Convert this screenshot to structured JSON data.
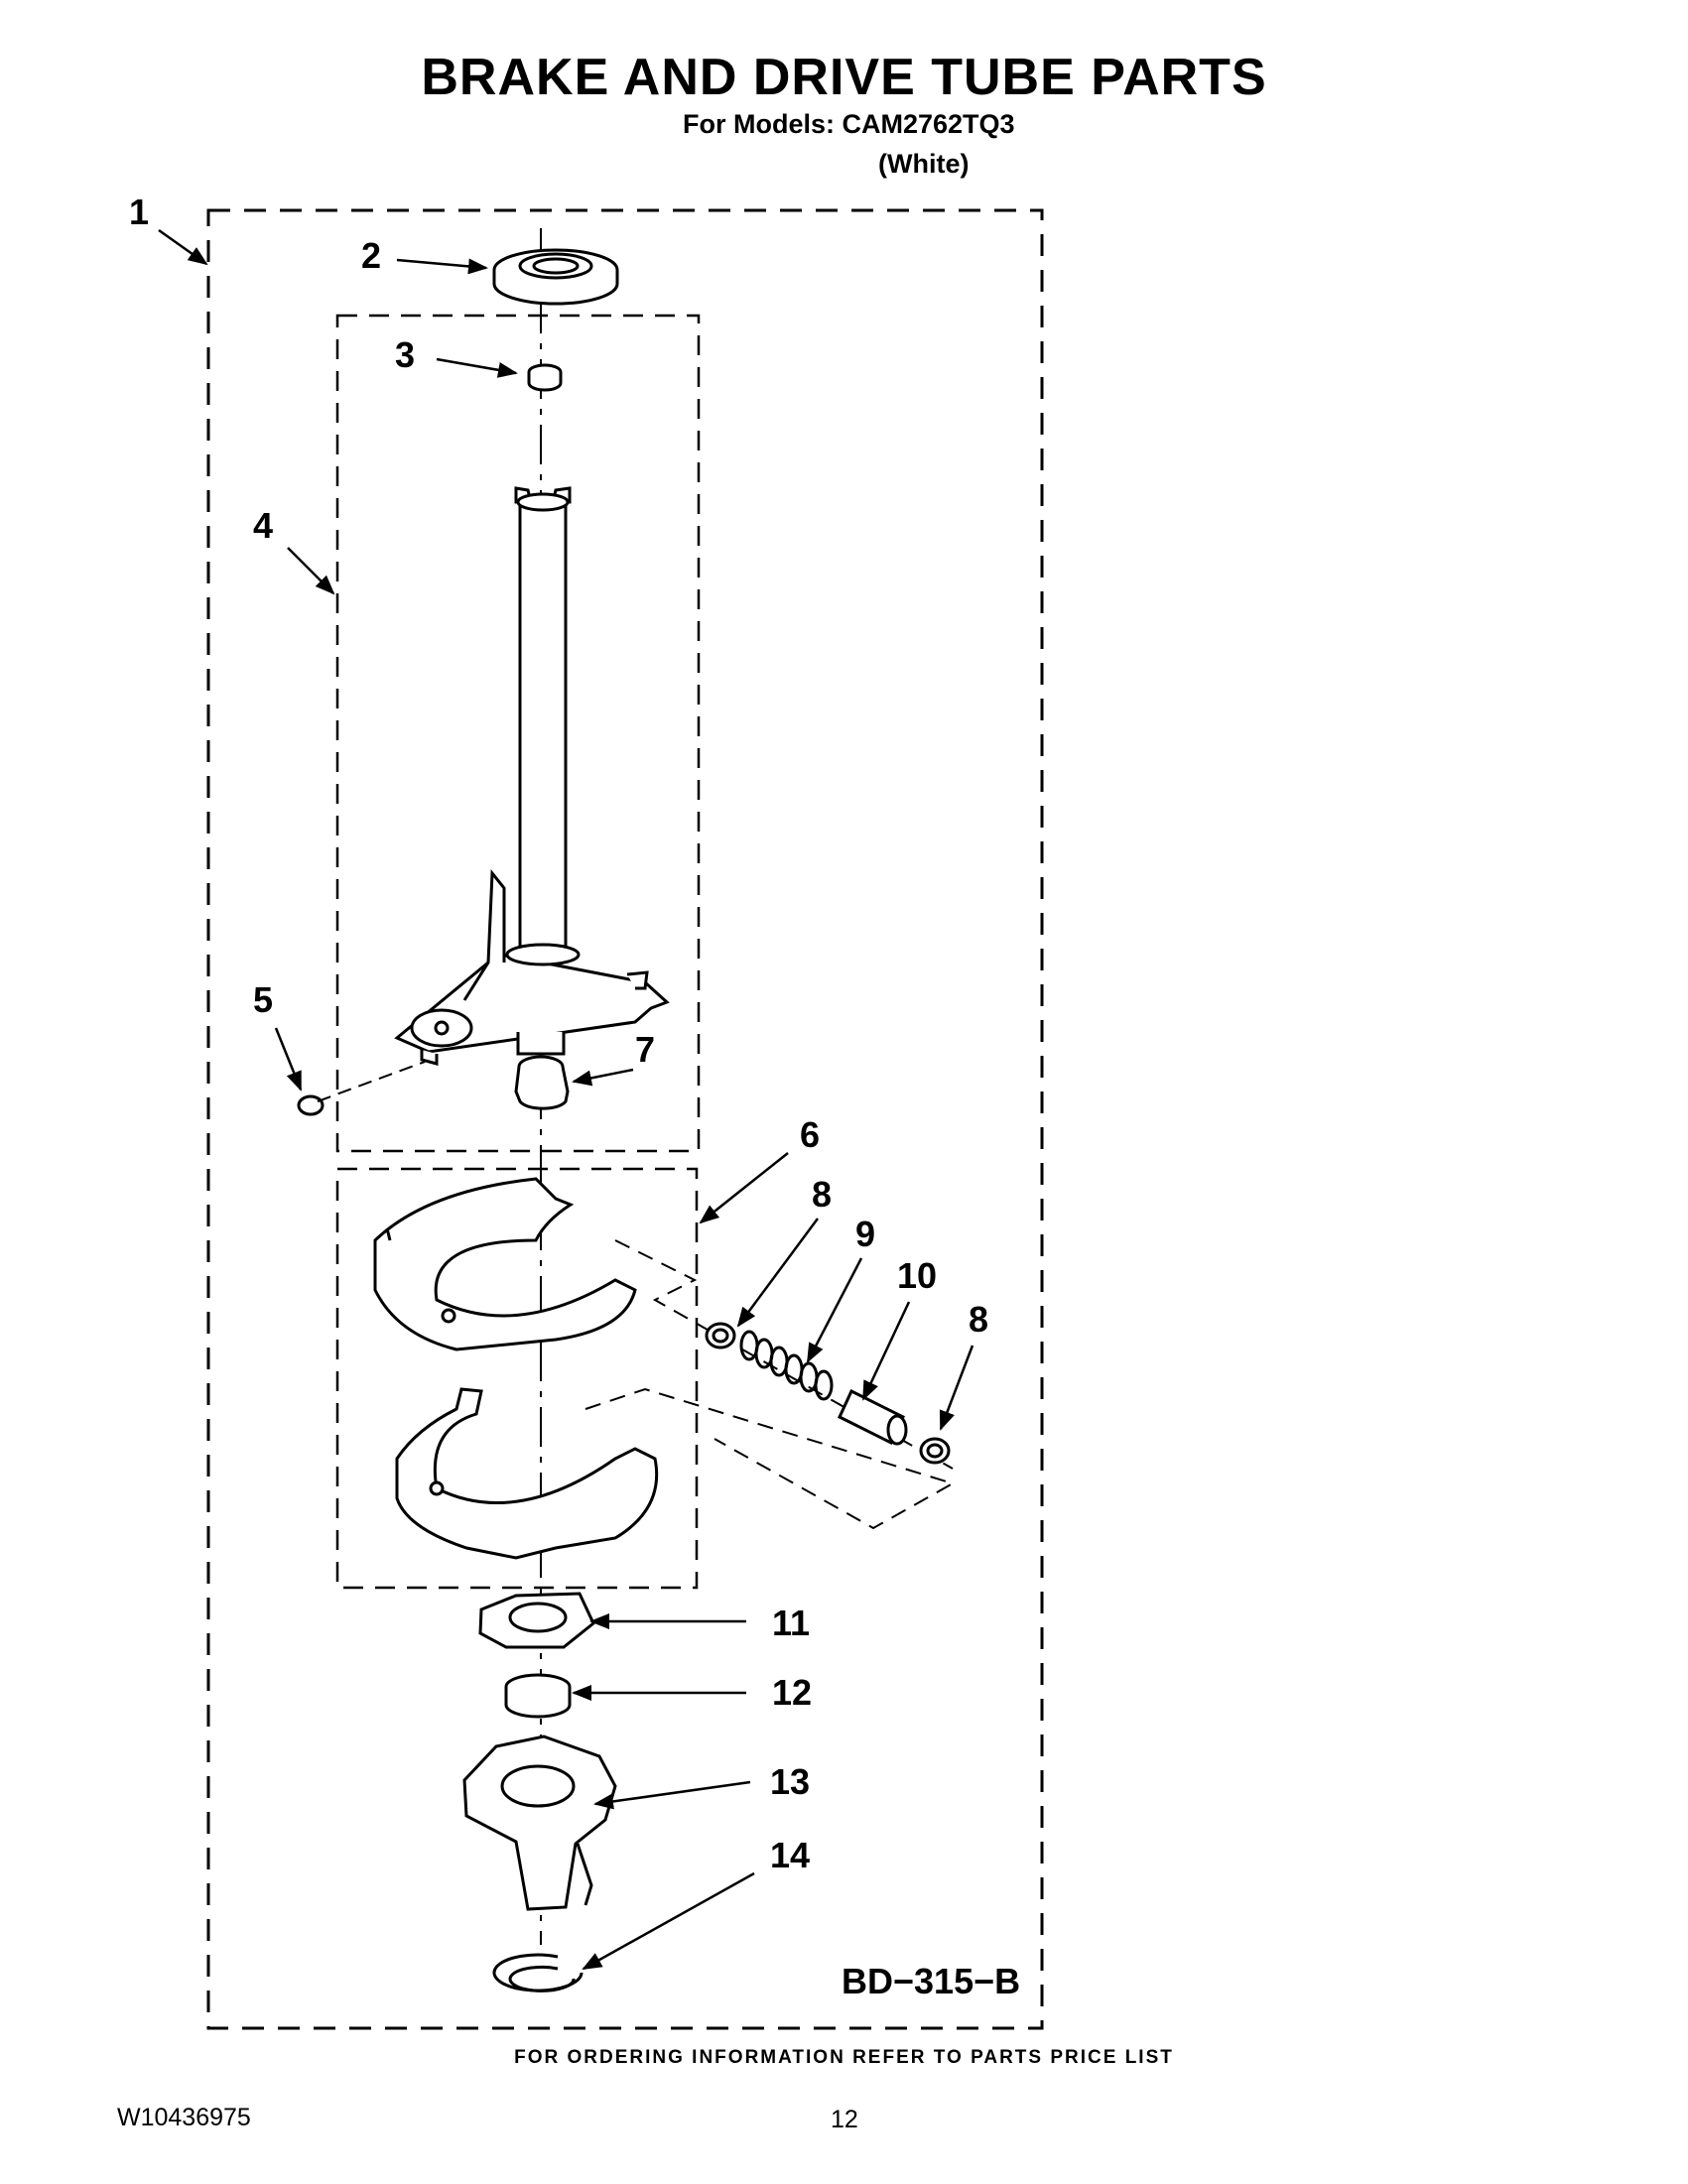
{
  "page": {
    "title": "BRAKE AND DRIVE TUBE PARTS",
    "models_line": "For Models: CAM2762TQ3",
    "color_line": "(White)",
    "diagram_code": "BD−315−B",
    "ordering_note": "FOR ORDERING INFORMATION REFER TO PARTS PRICE LIST",
    "document_number": "W10436975",
    "page_number": "12"
  },
  "callouts": [
    {
      "id": "1",
      "label": "1"
    },
    {
      "id": "2",
      "label": "2"
    },
    {
      "id": "3",
      "label": "3"
    },
    {
      "id": "4",
      "label": "4"
    },
    {
      "id": "5",
      "label": "5"
    },
    {
      "id": "6",
      "label": "6"
    },
    {
      "id": "7",
      "label": "7"
    },
    {
      "id": "8a",
      "label": "8"
    },
    {
      "id": "9",
      "label": "9"
    },
    {
      "id": "10",
      "label": "10"
    },
    {
      "id": "8b",
      "label": "8"
    },
    {
      "id": "11",
      "label": "11"
    },
    {
      "id": "12",
      "label": "12"
    },
    {
      "id": "13",
      "label": "13"
    },
    {
      "id": "14",
      "label": "14"
    }
  ]
}
